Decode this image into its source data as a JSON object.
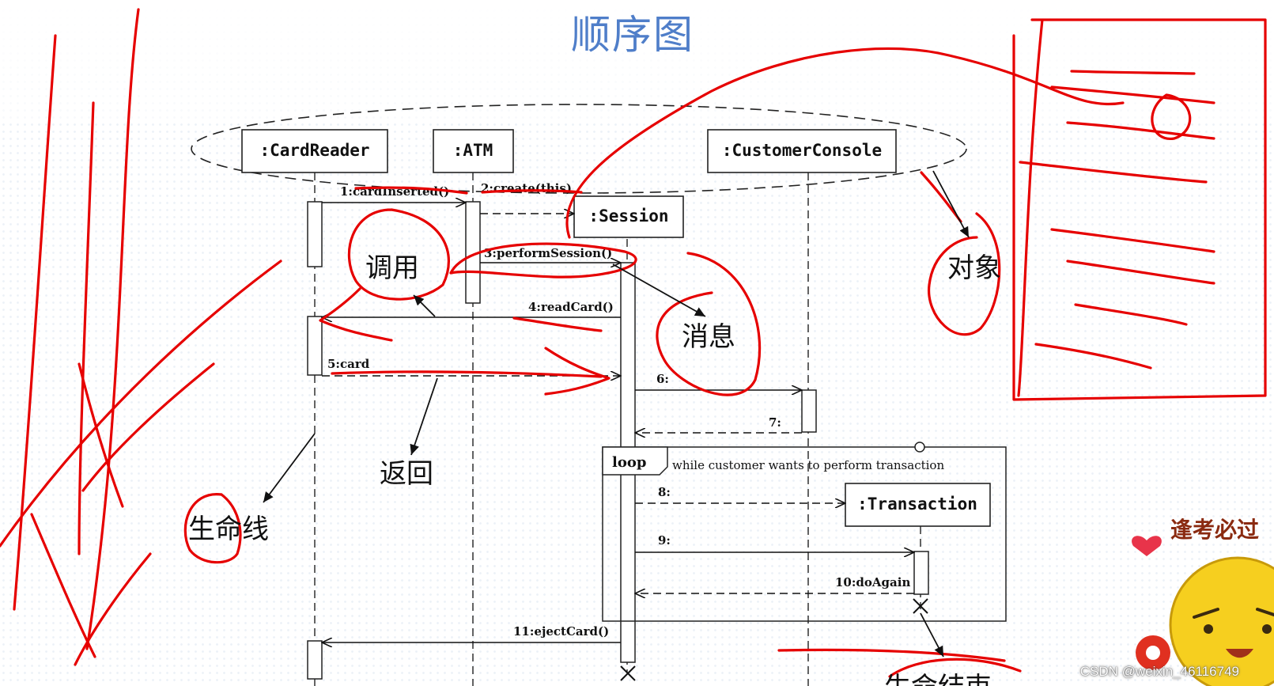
{
  "title": "顺序图",
  "objects": [
    {
      "id": "cardreader",
      "label": ":CardReader"
    },
    {
      "id": "atm",
      "label": ":ATM"
    },
    {
      "id": "session",
      "label": ":Session"
    },
    {
      "id": "console",
      "label": ":CustomerConsole"
    },
    {
      "id": "transaction",
      "label": ":Transaction"
    }
  ],
  "messages": [
    {
      "label": "1:cardInserted()",
      "kind": "call"
    },
    {
      "label": "2:create(this)",
      "kind": "create"
    },
    {
      "label": "3:performSession()",
      "kind": "call"
    },
    {
      "label": "4:readCard()",
      "kind": "call"
    },
    {
      "label": "5:card",
      "kind": "return"
    },
    {
      "label": "6:",
      "kind": "call"
    },
    {
      "label": "7:",
      "kind": "return"
    },
    {
      "label": "8:",
      "kind": "create"
    },
    {
      "label": "9:",
      "kind": "call"
    },
    {
      "label": "10:doAgain",
      "kind": "return"
    },
    {
      "label": "11:ejectCard()",
      "kind": "call"
    }
  ],
  "loop": {
    "keyword": "loop",
    "guard": "while customer wants to perform transaction"
  },
  "annotations": {
    "call": "调用",
    "return": "返回",
    "lifeline": "生命线",
    "message": "消息",
    "object": "对象",
    "end": "生命结束"
  },
  "brand": "逢考必过",
  "watermark": "CSDN @weixin_46116749",
  "colors": {
    "title": "#4f7ec9",
    "ink": "#e60000",
    "line": "#111111"
  }
}
